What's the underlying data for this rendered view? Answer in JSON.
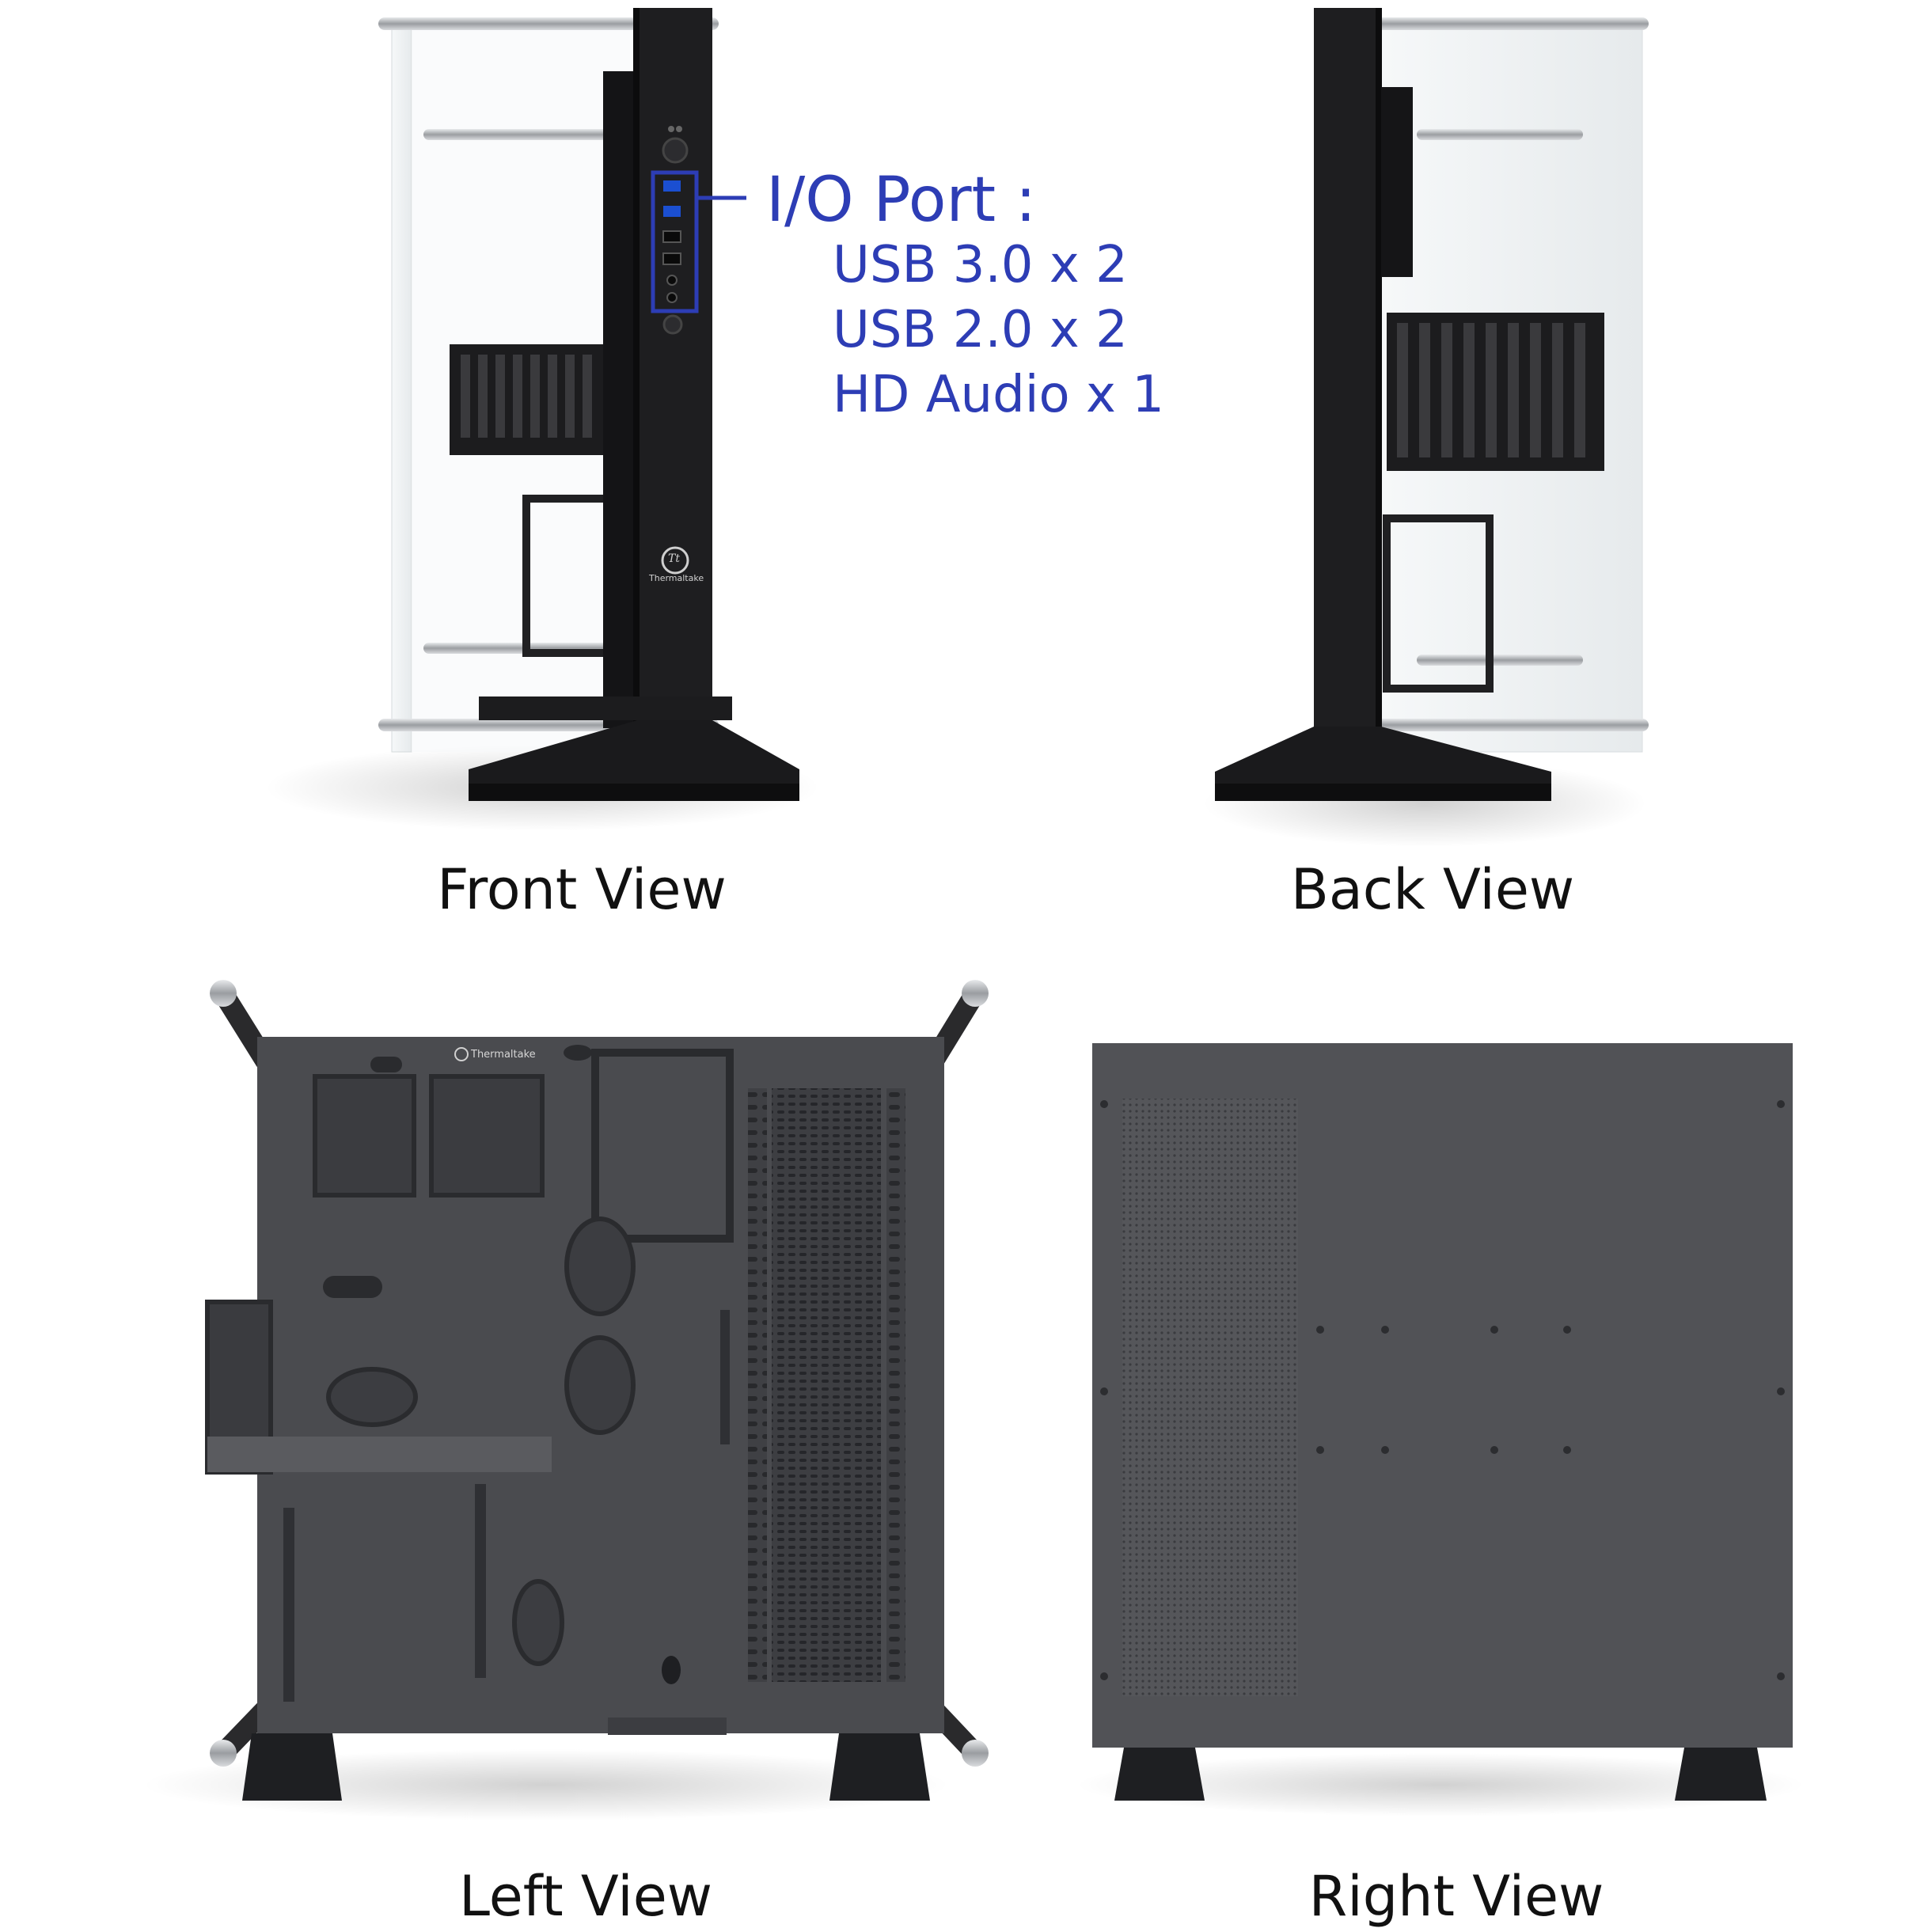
{
  "io_port": {
    "title": "I/O Port :",
    "specs": [
      "USB 3.0 x 2",
      "USB 2.0 x 2",
      "HD Audio x 1"
    ],
    "accent_color": "#2d3db5"
  },
  "views": {
    "front": "Front View",
    "back": "Back View",
    "left": "Left View",
    "right": "Right View"
  },
  "brand": {
    "logo_text": "Thermaltake",
    "logo_mark": "Tt"
  },
  "colors": {
    "panel_dark": "#1e1e20",
    "panel_gray": "#4a4b4f",
    "panel_right": "#515256",
    "glass": "#eef1f2",
    "rod": "#b9bcbf"
  }
}
